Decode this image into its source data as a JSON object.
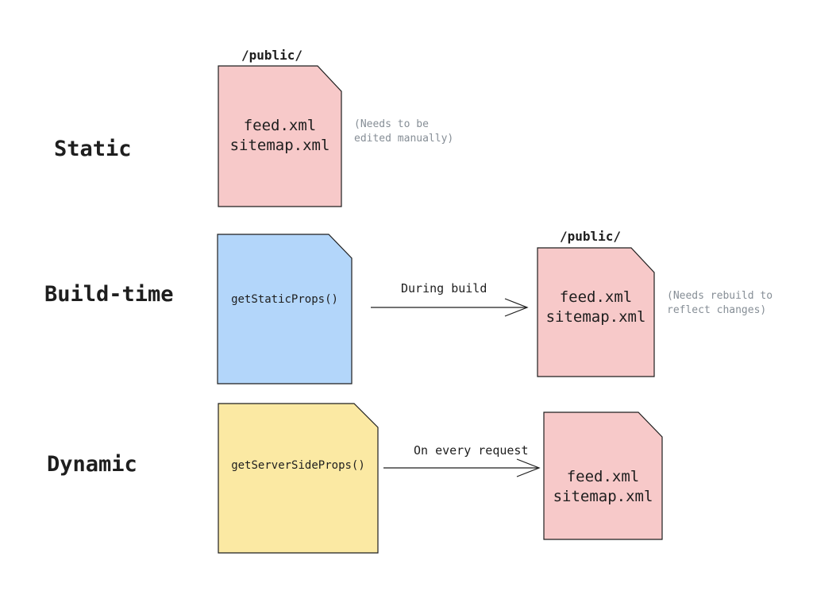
{
  "colors": {
    "output_doc_fill": "#f7c9c9",
    "build_doc_fill": "#b3d6fa",
    "dynamic_doc_fill": "#fbe9a3",
    "stroke": "#1e1e1e",
    "note": "#868e96"
  },
  "rows": {
    "static": {
      "label": "Static",
      "folder": "/public/",
      "doc_lines": [
        "feed.xml",
        "sitemap.xml"
      ],
      "note_lines": [
        "(Needs to be",
        "edited manually)"
      ]
    },
    "build": {
      "label": "Build-time",
      "source_fn": "getStaticProps()",
      "arrow_label": "During build",
      "folder": "/public/",
      "doc_lines": [
        "feed.xml",
        "sitemap.xml"
      ],
      "note_lines": [
        "(Needs rebuild to",
        "reflect changes)"
      ]
    },
    "dynamic": {
      "label": "Dynamic",
      "source_fn": "getServerSideProps()",
      "arrow_label": "On every request",
      "doc_lines": [
        "feed.xml",
        "sitemap.xml"
      ]
    }
  }
}
